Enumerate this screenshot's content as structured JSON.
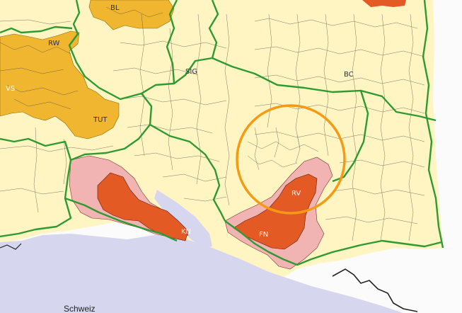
{
  "map": {
    "district_labels": {
      "bl": "BL",
      "rw": "RW",
      "vs": "VS",
      "tut": "TUT",
      "sig": "SIG",
      "bc": "BC",
      "rv": "RV",
      "fn": "FN",
      "kn": "KN"
    },
    "country_label": "Schweiz"
  },
  "colors": {
    "base": "#fff5c2",
    "amber": "#f0b630",
    "orange_dark": "#e45a25",
    "pink": "#f2b4b2",
    "lake": "#d6d6ee",
    "border_green": "#2f9a32",
    "highlight_circle": "#f59a14",
    "outside": "#fbfbfb"
  }
}
